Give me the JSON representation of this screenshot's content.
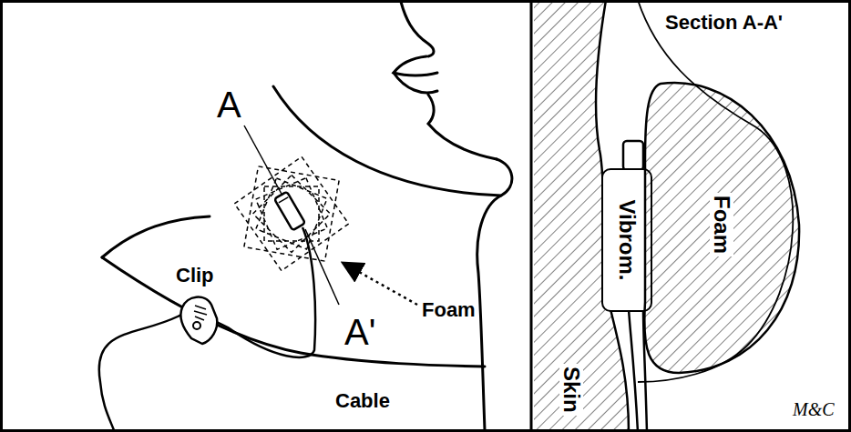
{
  "diagram": {
    "nodes": [
      {
        "text": [
          "Vibrom."
        ]
      },
      {
        "text": [
          "Foam"
        ]
      }
    ],
    "labels": [
      "A",
      "A'",
      "Clip",
      "Foam",
      "Cable",
      "Section A-A'",
      "Skin",
      "M&C"
    ]
  }
}
